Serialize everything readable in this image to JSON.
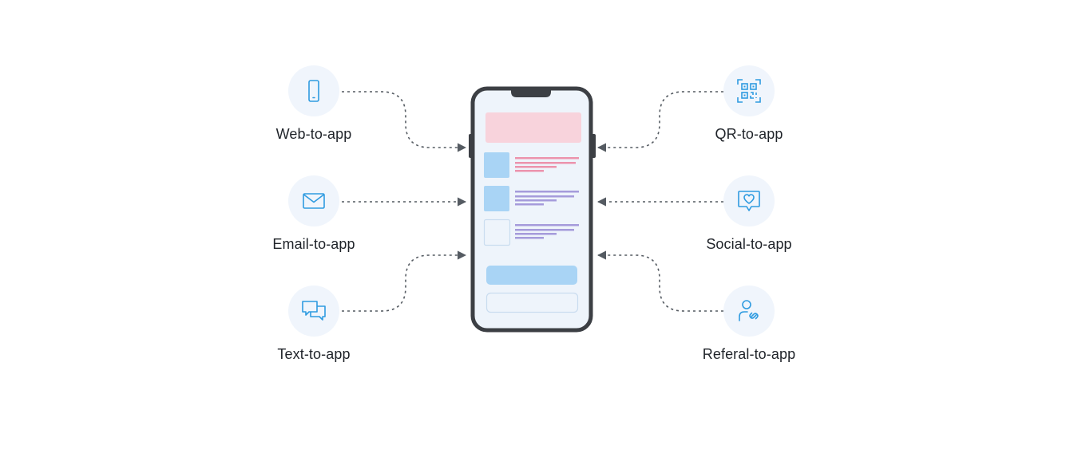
{
  "colors": {
    "icon_accent": "#2f9be0",
    "icon_bg": "#f0f5fc",
    "phone_frame": "#3c3f44",
    "phone_screen": "#eef4fb",
    "banner_pink": "#f8d3dc",
    "block_blue": "#a9d4f5",
    "line_pink": "#ec93ad",
    "line_purple": "#a59bdb",
    "connector": "#555b62",
    "label_text": "#1f2329"
  },
  "channels": {
    "web": {
      "label": "Web-to-app",
      "icon": "smartphone-icon"
    },
    "email": {
      "label": "Email-to-app",
      "icon": "envelope-icon"
    },
    "text": {
      "label": "Text-to-app",
      "icon": "chat-bubbles-icon"
    },
    "qr": {
      "label": "QR-to-app",
      "icon": "qr-code-icon"
    },
    "social": {
      "label": "Social-to-app",
      "icon": "heart-message-icon"
    },
    "referal": {
      "label": "Referal-to-app",
      "icon": "user-link-icon"
    }
  }
}
